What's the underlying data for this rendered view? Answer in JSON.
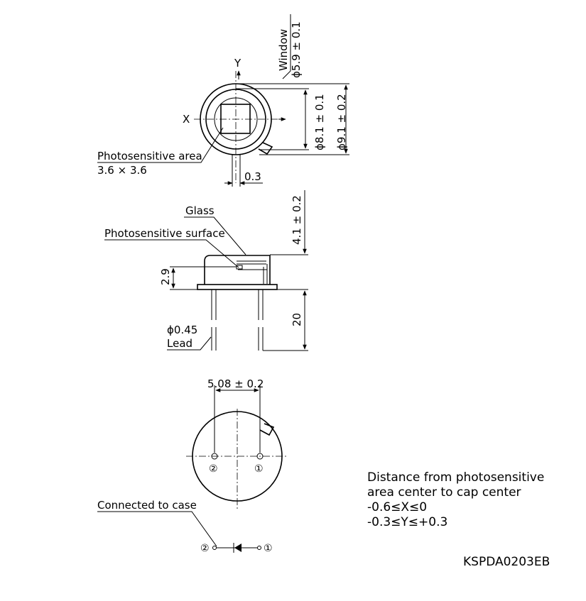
{
  "top_view": {
    "axis_y": "Y",
    "axis_x": "X",
    "window_label": "Window",
    "window_dim": "ϕ5.9 ± 0.1",
    "dim_81": "ϕ8.1 ± 0.1",
    "dim_91": "ϕ9.1 ± 0.2",
    "photosensitive_area_label": "Photosensitive area",
    "photosensitive_area_size": "3.6 × 3.6",
    "offset_dim": "0.3"
  },
  "side_view": {
    "height_dim": "4.1 ± 0.2",
    "glass_label": "Glass",
    "surface_label": "Photosensitive surface",
    "surface_depth_dim": "2.9",
    "lead_length_dim": "20",
    "lead_diameter": "ϕ0.45",
    "lead_label": "Lead"
  },
  "bottom_view": {
    "pin_spacing_dim": "5.08 ± 0.2",
    "pin2": "②",
    "pin1": "①"
  },
  "schematic": {
    "connected_label": "Connected to case",
    "pin2": "②",
    "pin1": "①"
  },
  "note": {
    "line1": "Distance from photosensitive",
    "line2": "area center to cap center",
    "line3": "-0.6≤X≤0",
    "line4": "-0.3≤Y≤+0.3"
  },
  "doc_code": "KSPDA0203EB"
}
